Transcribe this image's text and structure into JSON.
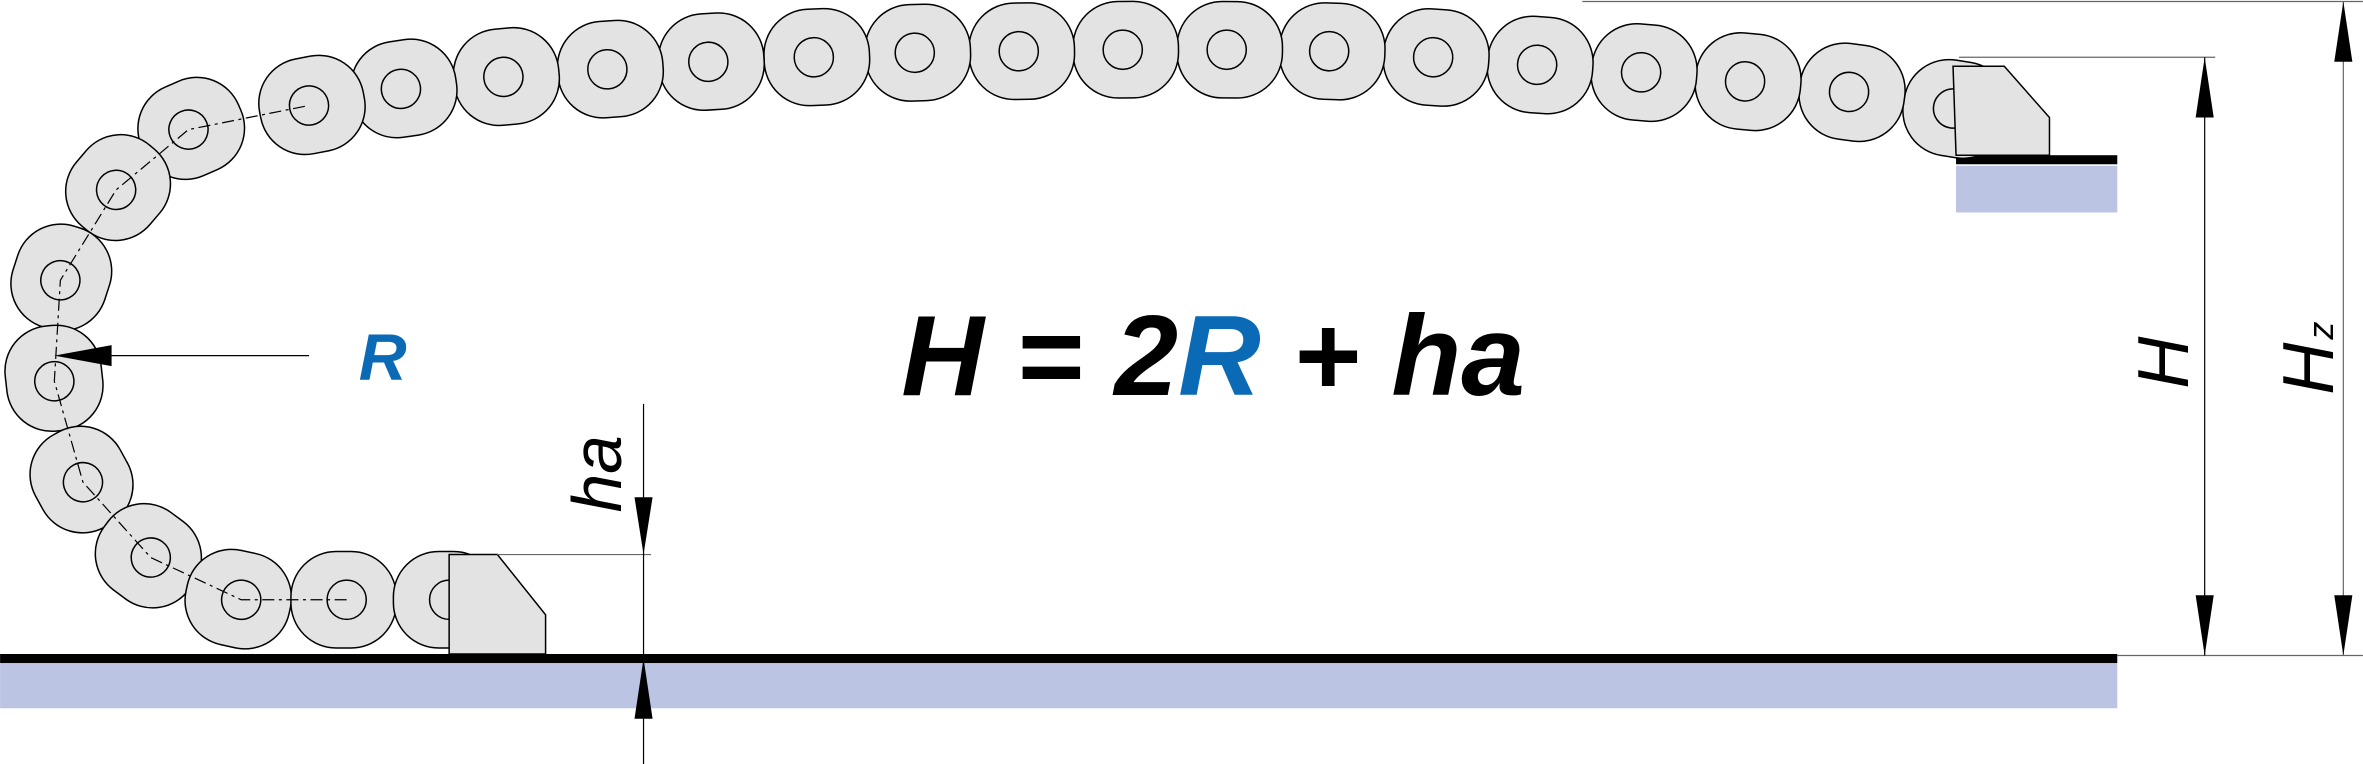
{
  "formula": {
    "lhs": "H",
    "eq": " = 2",
    "r": "R",
    "rest": " + ha"
  },
  "labels": {
    "radius": "R",
    "ha": "ha",
    "height": "H",
    "hz_main": "H",
    "hz_sub": "z"
  },
  "colors": {
    "accent": "#0a6ab6",
    "link_fill": "#e3e3e3",
    "base": "#bcc4e4",
    "line": "#000000"
  }
}
